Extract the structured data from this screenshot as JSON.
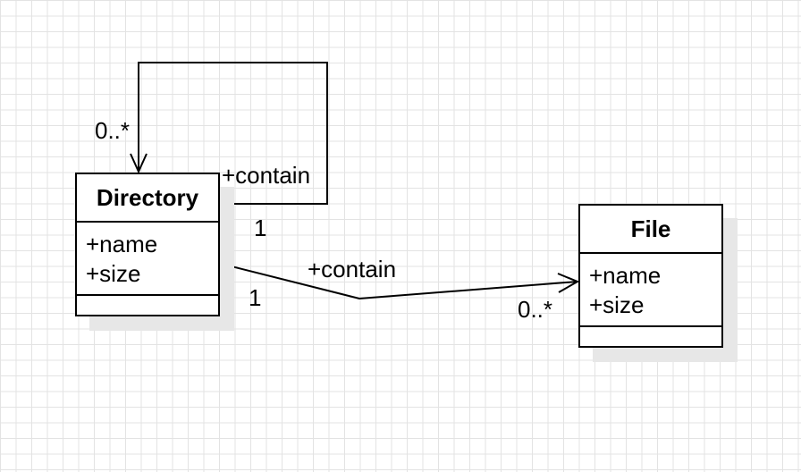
{
  "classes": {
    "directory": {
      "name": "Directory",
      "attributes": [
        "+name",
        "+size"
      ]
    },
    "file": {
      "name": "File",
      "attributes": [
        "+name",
        "+size"
      ]
    }
  },
  "associations": {
    "self": {
      "label": "+contain",
      "source_multiplicity": "1",
      "target_multiplicity": "0..*"
    },
    "dir_file": {
      "label": "+contain",
      "source_multiplicity": "1",
      "target_multiplicity": "0..*"
    }
  }
}
